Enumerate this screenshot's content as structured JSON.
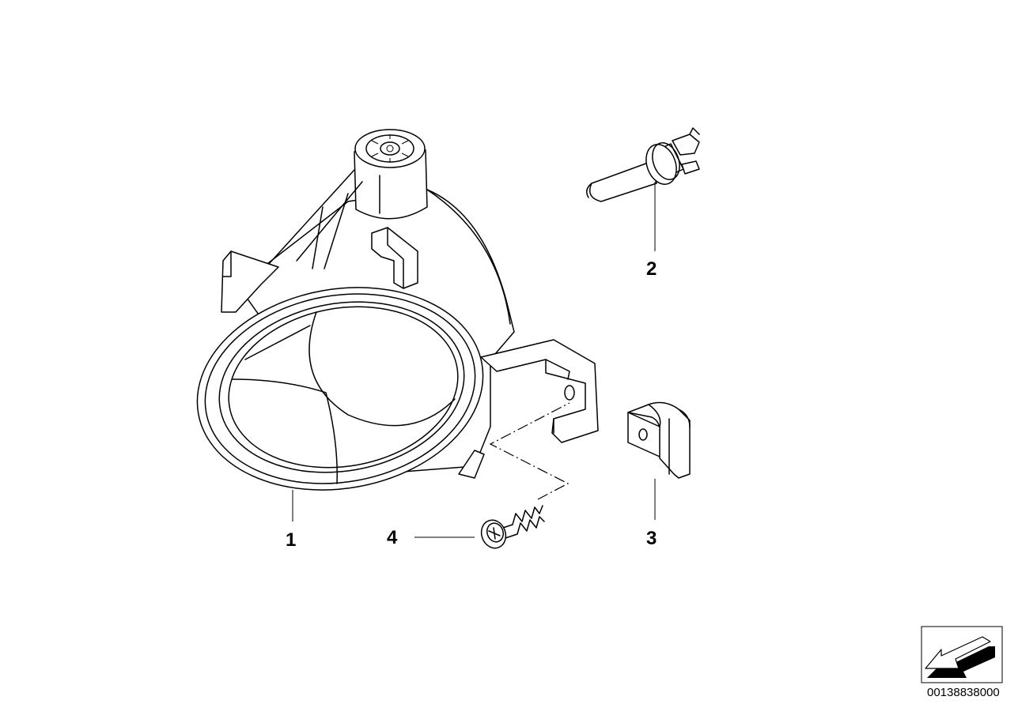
{
  "parts": [
    {
      "number": "1",
      "name": "fog-light-housing"
    },
    {
      "number": "2",
      "name": "bulb"
    },
    {
      "number": "3",
      "name": "clip-nut"
    },
    {
      "number": "4",
      "name": "screw"
    }
  ],
  "diagram_id": "00138838000",
  "nav_icon": "arrow-left-down-icon",
  "colors": {
    "line": "#000000",
    "background": "#ffffff"
  }
}
